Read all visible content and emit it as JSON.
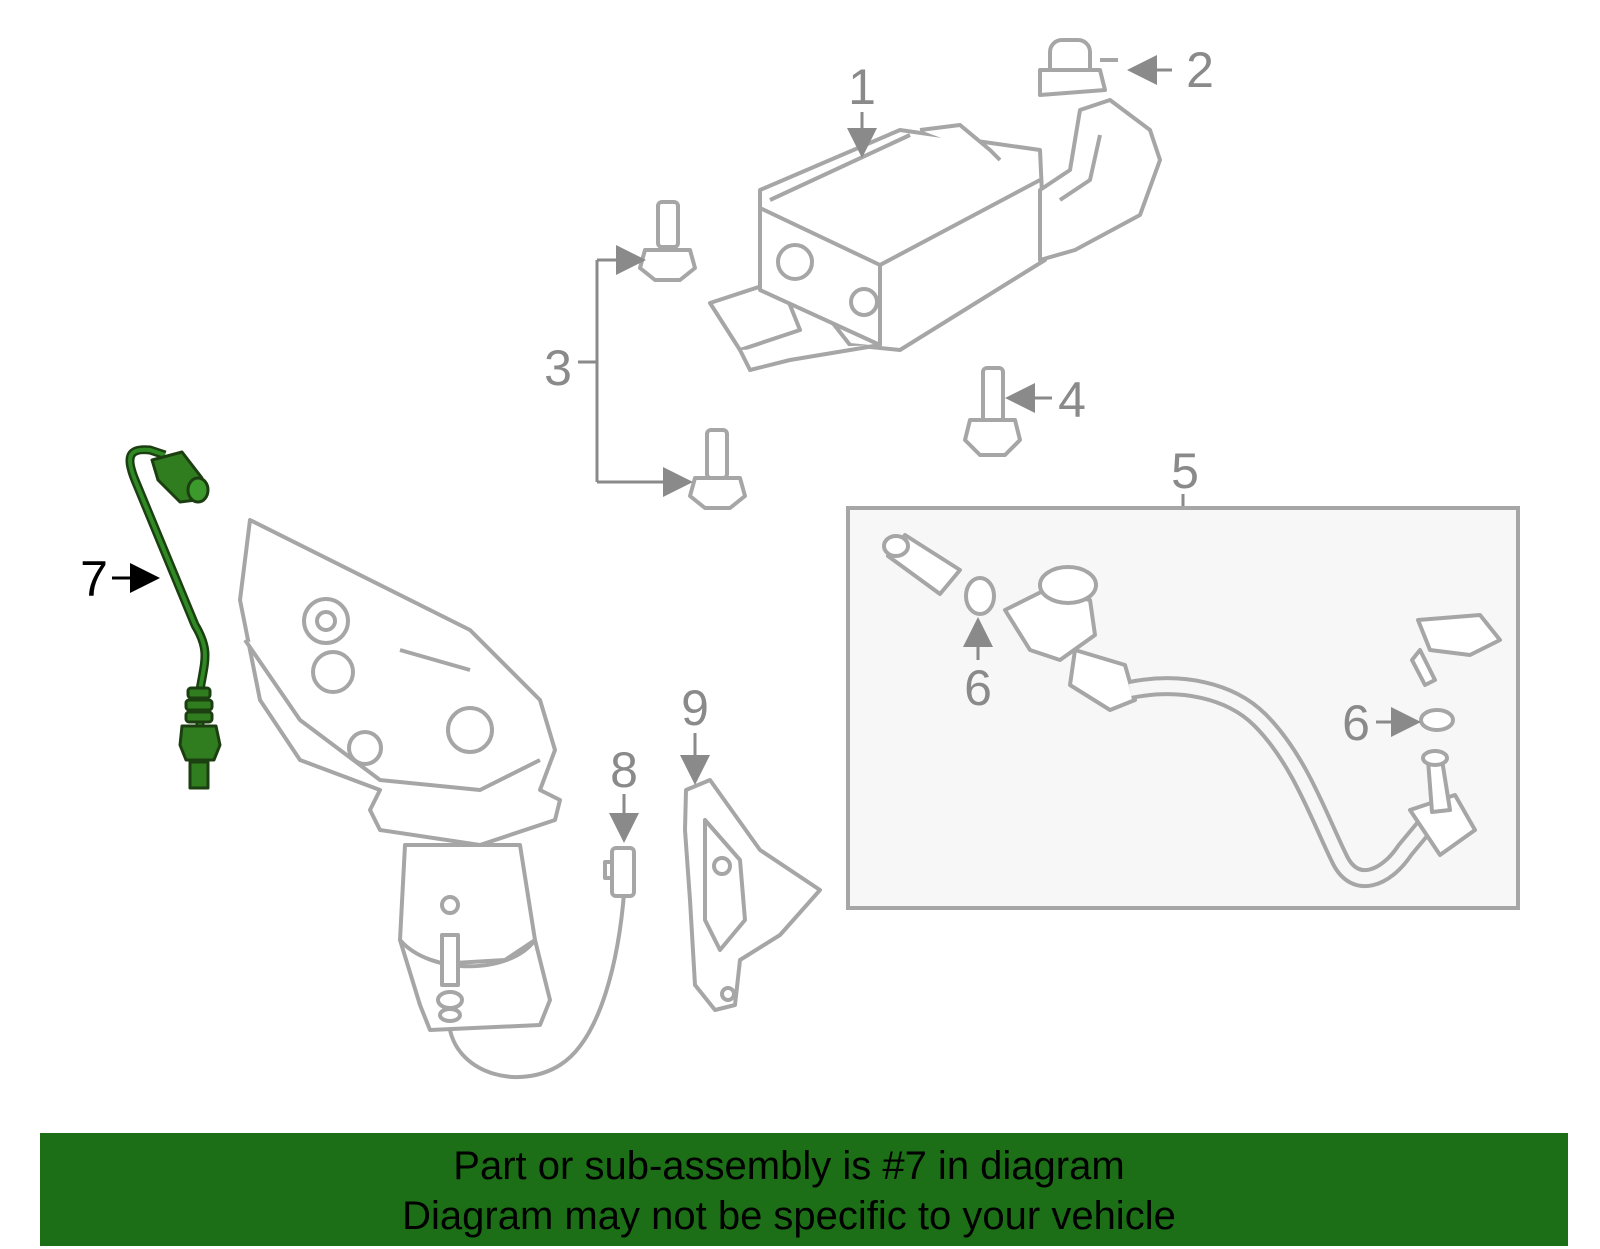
{
  "diagram": {
    "callouts": {
      "c1": "1",
      "c2": "2",
      "c3": "3",
      "c4": "4",
      "c5": "5",
      "c6a": "6",
      "c6b": "6",
      "c7": "7",
      "c8": "8",
      "c9": "9"
    },
    "colors": {
      "outline": "#a6a6a6",
      "label": "#8a8a8a",
      "highlight": "#1c6f16",
      "highlight_fill": "#2f7d1e",
      "box_fill": "#f7f7f7"
    }
  },
  "banner": {
    "line1": "Part or sub-assembly is #7 in diagram",
    "line2": "Diagram may not be specific to your vehicle",
    "color": "#1c6f16"
  }
}
